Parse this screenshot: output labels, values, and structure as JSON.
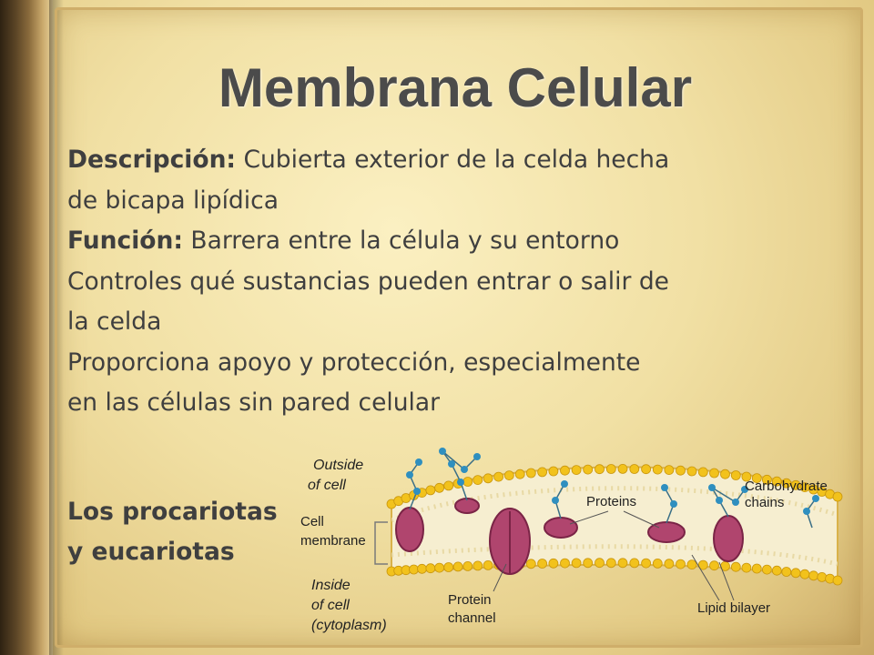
{
  "slide": {
    "title": "Membrana Celular",
    "body": {
      "desc_label": "Descripción:",
      "desc_line1": "Cubierta exterior de la celda hecha",
      "desc_line2": "de bicapa lipídica",
      "func_label": "Función:",
      "func_line1": "Barrera entre la célula y su entorno",
      "func_line2": "Controles qué sustancias pueden entrar o salir de",
      "func_line3": "la celda",
      "func_line4": "Proporciona apoyo y protección, especialmente",
      "func_line5": "en las células sin pared celular"
    },
    "side_note": {
      "line1": "Los procariotas",
      "line2": "y eucariotas"
    }
  },
  "diagram": {
    "outside_1": "Outside",
    "outside_2": "of cell",
    "cell_membrane_1": "Cell",
    "cell_membrane_2": "membrane",
    "inside_1": "Inside",
    "inside_2": "of cell",
    "inside_3": "(cytoplasm)",
    "protein_channel_1": "Protein",
    "protein_channel_2": "channel",
    "proteins": "Proteins",
    "carbohydrate_1": "Carbohydrate",
    "carbohydrate_2": "chains",
    "lipid_bilayer": "Lipid bilayer",
    "colors": {
      "lipid_head": "#f2c21c",
      "protein": "#b0456e",
      "carbohydrate": "#2f8fbf",
      "tail": "#f6eed0"
    }
  }
}
